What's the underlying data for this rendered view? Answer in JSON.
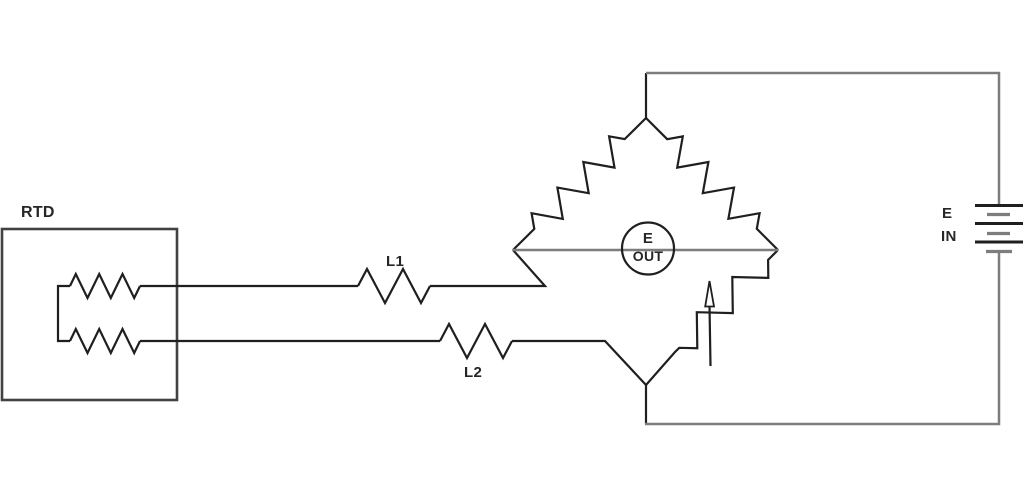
{
  "labels": {
    "rtd": "RTD",
    "l1": "L1",
    "l2": "L2",
    "e_out": {
      "line1": "E",
      "line2": "OUT"
    },
    "e_in": {
      "line1": "E",
      "line2": "IN"
    }
  },
  "colors": {
    "component_stroke": "#1f1f1f",
    "wire_stroke": "#7d7d7d",
    "box_stroke": "#424242",
    "label_text": "#262626",
    "background": "#ffffff"
  }
}
